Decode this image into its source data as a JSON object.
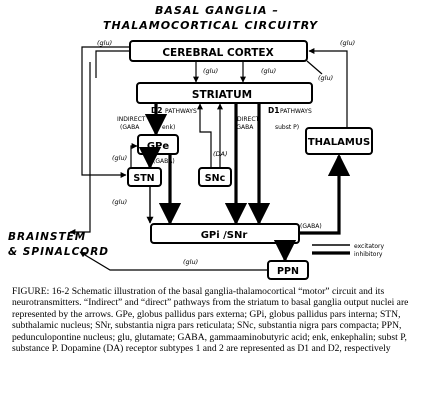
{
  "diagram": {
    "title_line1": "BASAL GANGLIA –",
    "title_line2": "THALAMOCORTICAL CIRCUITRY",
    "nodes": {
      "cortex": "CEREBRAL CORTEX",
      "striatum": "STRIATUM",
      "gpe": "GPe",
      "stn": "STN",
      "snc": "SNc",
      "gpi": "GPi /SNr",
      "thalamus": "THALAMUS",
      "ppn": "PPN",
      "brainstem_line1": "BRAINSTEM",
      "brainstem_line2": "& SPINALCORD"
    },
    "labels": {
      "glu": "(glu)",
      "gaba": "(GABA)",
      "da": "(DA)",
      "d2": "D2",
      "d1": "D1",
      "pathways": "PATHWAYS",
      "indirect": "INDIRECT",
      "direct": "DIRECT",
      "enk": "enk)",
      "gaba_open": "(GABA",
      "subst_p": "subst P)"
    },
    "legend": {
      "excitatory": "excitatory",
      "inhibitory": "inhibitory"
    }
  },
  "caption": "FIGURE: 16-2  Schematic illustration of the basal ganglia-thalamocortical “motor” circuit and its neurotransmitters.  “Indirect” and “direct” pathways from the striatum to basal ganglia output nuclei are represented by the arrows.  GPe, globus pallidus pars externa; GPi, globus pallidus pars interna; STN, subthalamic nucleus; SNr, substantia nigra pars reticulata; SNc, substantia nigra pars compacta; PPN, pedunculopontine nucleus; glu, glutamate; GABA, gammaaminobutyric acid; enk, enkephalin; subst P, substance P.  Dopamine (DA) receptor subtypes 1 and 2 are represented as D1 and D2, respectively"
}
